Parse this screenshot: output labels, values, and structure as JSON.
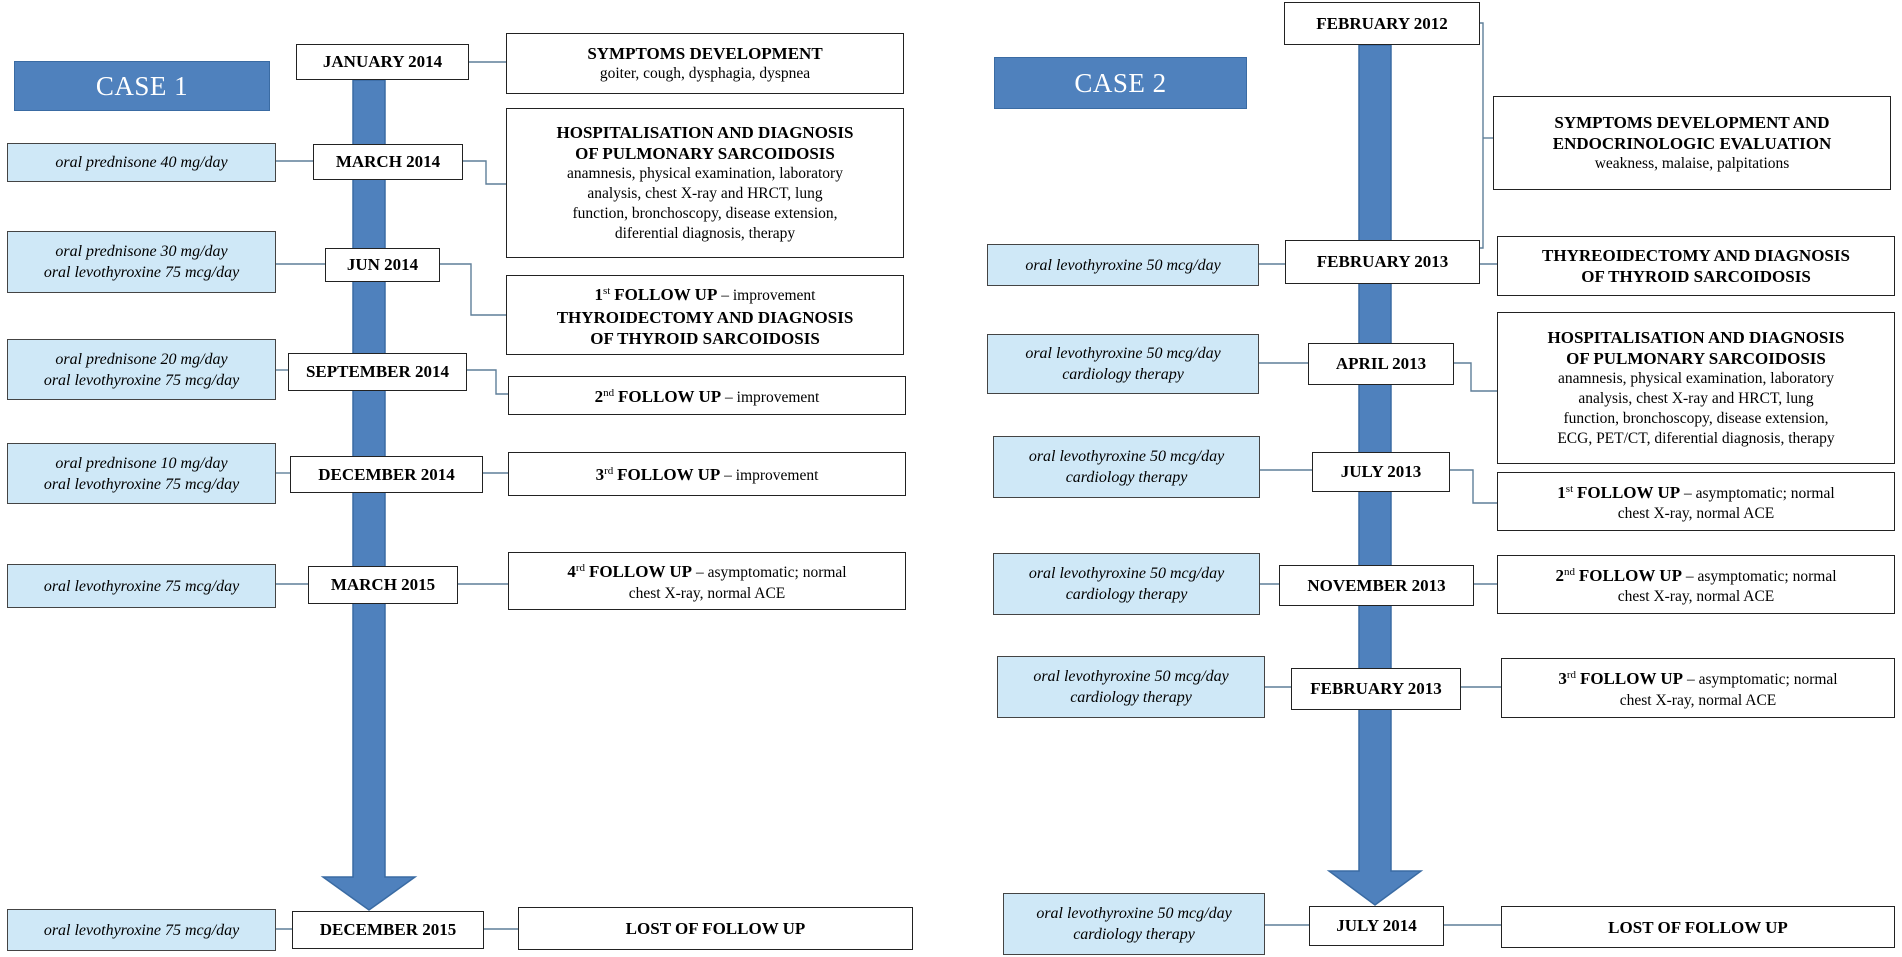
{
  "case1": {
    "label": "CASE 1",
    "dates": [
      "JANUARY 2014",
      "MARCH 2014",
      "JUN 2014",
      "SEPTEMBER 2014",
      "DECEMBER 2014",
      "MARCH 2015",
      "DECEMBER 2015"
    ],
    "meds": [
      [
        "oral prednisone 40 mg/day"
      ],
      [
        "oral prednisone 30 mg/day",
        "oral levothyroxine 75 mcg/day"
      ],
      [
        "oral prednisone 20 mg/day",
        "oral levothyroxine 75 mcg/day"
      ],
      [
        "oral prednisone 10 mg/day",
        "oral levothyroxine 75 mcg/day"
      ],
      [
        "oral levothyroxine 75 mcg/day"
      ],
      [
        "oral levothyroxine 75 mcg/day"
      ]
    ],
    "events": [
      {
        "title": "SYMPTOMS DEVELOPMENT",
        "detail": "goiter, cough, dysphagia, dyspnea"
      },
      {
        "title": "HOSPITALISATION AND DIAGNOSIS",
        "title2": "OF PULMONARY SARCOIDOSIS",
        "detail": "anamnesis, physical examination, laboratory",
        "detail2": "analysis, chest X-ray and HRCT, lung",
        "detail3": "function, bronchoscopy, disease extension,",
        "detail4": "diferential diagnosis, therapy"
      },
      {
        "num": "1",
        "sup": "st",
        "head": "FOLLOW UP",
        "text": " – improvement",
        "title": "THYROIDECTOMY AND DIAGNOSIS",
        "title2": "OF THYROID SARCOIDOSIS"
      },
      {
        "num": "2",
        "sup": "nd",
        "head": "FOLLOW UP",
        "text": " – improvement"
      },
      {
        "num": "3",
        "sup": "rd",
        "head": "FOLLOW UP",
        "text": " – improvement"
      },
      {
        "num": "4",
        "sup": "rd",
        "head": "FOLLOW UP",
        "text": " – asymptomatic; normal",
        "detail": "chest X-ray, normal ACE"
      },
      {
        "title": "LOST OF FOLLOW UP"
      }
    ]
  },
  "case2": {
    "label": "CASE 2",
    "dates": [
      "FEBRUARY 2012",
      "FEBRUARY 2013",
      "APRIL 2013",
      "JULY 2013",
      "NOVEMBER 2013",
      "FEBRUARY 2013",
      "JULY 2014"
    ],
    "meds": [
      [
        "oral levothyroxine 50 mcg/day"
      ],
      [
        "oral levothyroxine 50 mcg/day",
        "cardiology therapy"
      ],
      [
        "oral levothyroxine 50 mcg/day",
        "cardiology therapy"
      ],
      [
        "oral levothyroxine 50 mcg/day",
        "cardiology therapy"
      ],
      [
        "oral levothyroxine 50 mcg/day",
        "cardiology therapy"
      ],
      [
        "oral levothyroxine 50 mcg/day",
        "cardiology therapy"
      ]
    ],
    "events": [
      {
        "title": "SYMPTOMS DEVELOPMENT AND",
        "title2": "ENDOCRINOLOGIC EVALUATION",
        "detail": "weakness, malaise, palpitations"
      },
      {
        "title": "THYREOIDECTOMY AND DIAGNOSIS",
        "title2": "OF THYROID SARCOIDOSIS"
      },
      {
        "title": "HOSPITALISATION AND DIAGNOSIS",
        "title2": "OF PULMONARY SARCOIDOSIS",
        "detail": "anamnesis, physical examination, laboratory",
        "detail2": "analysis, chest X-ray and HRCT, lung",
        "detail3": "function, bronchoscopy, disease extension,",
        "detail4": "ECG, PET/CT, diferential diagnosis, therapy"
      },
      {
        "num": "1",
        "sup": "st",
        "head": "FOLLOW UP",
        "text": " – asymptomatic; normal",
        "detail": "chest X-ray, normal ACE"
      },
      {
        "num": "2",
        "sup": "nd",
        "head": "FOLLOW UP",
        "text": " – asymptomatic; normal",
        "detail": "chest X-ray, normal ACE"
      },
      {
        "num": "3",
        "sup": "rd",
        "head": "FOLLOW UP",
        "text": " – asymptomatic; normal",
        "detail": "chest X-ray, normal ACE"
      },
      {
        "title": "LOST OF FOLLOW UP"
      }
    ]
  },
  "colors": {
    "arrow": "#4f81bd",
    "arrow_edge": "#3a6ba3",
    "med_fill": "#cfe8f7",
    "connector": "#5f7f99"
  }
}
